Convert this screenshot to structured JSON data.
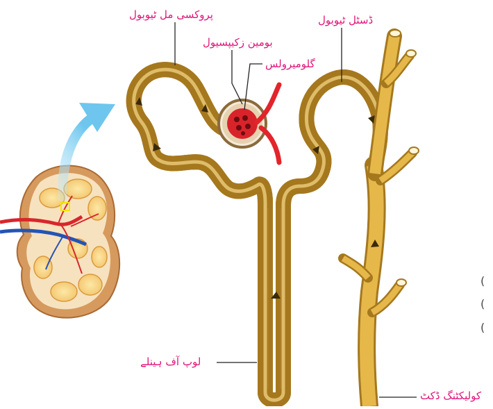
{
  "labels": {
    "proximal_tubule": "پروکسی مل ٹیوبول",
    "bowmans_capsule": "بومین زکیپسیول",
    "glomerulus": "گلومیرولس",
    "distal_tubule": "ڈسٹل ٹیوبول",
    "loop_of_henle": "لوپ آف ہینلے",
    "collecting_duct": "کولیکٹنگ ڈکٹ"
  },
  "edge_chars": [
    "(",
    "(",
    "("
  ],
  "colors": {
    "label_text": "#e0157a",
    "tubule_fill": "#e6b84a",
    "tubule_edge": "#a5781e",
    "vessel_red": "#e3242b",
    "arrow_blue": "#8fd3f2",
    "kidney_outer": "#e8b07a",
    "highlight_box": "#f2e600"
  }
}
